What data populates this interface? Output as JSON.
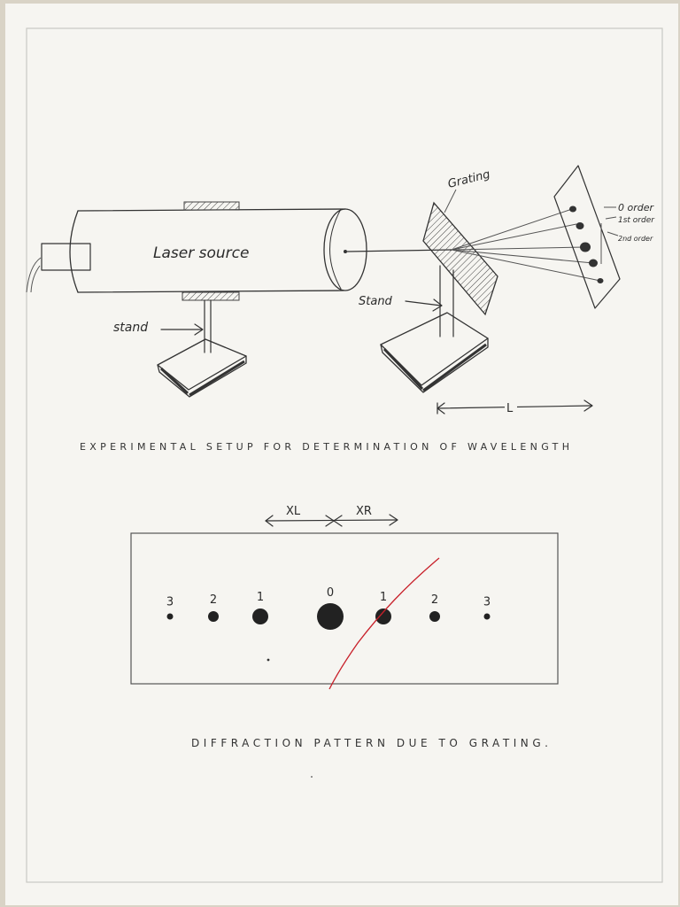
{
  "setup": {
    "laser_label": "Laser source",
    "stand_label_left": "stand",
    "stand_label_right": "Stand",
    "grating_label": "Grating",
    "screen_orders": [
      "0 order",
      "1st order",
      "2nd order"
    ],
    "distance_label": "L",
    "caption": "EXPERIMENTAL SETUP FOR DETERMINATION OF WAVELENGTH"
  },
  "pattern": {
    "xl_label": "XL",
    "xr_label": "XR",
    "spots": [
      {
        "label": "3",
        "size": 1
      },
      {
        "label": "2",
        "size": 2
      },
      {
        "label": "1",
        "size": 3
      },
      {
        "label": "0",
        "size": 4
      },
      {
        "label": "1",
        "size": 3
      },
      {
        "label": "2",
        "size": 2
      },
      {
        "label": "3",
        "size": 1
      }
    ],
    "caption": "DIFFRACTION PATTERN DUE TO GRATING."
  },
  "colors": {
    "paper": "#f6f5f1",
    "ink": "#333333",
    "red_curve": "#c8202a"
  }
}
